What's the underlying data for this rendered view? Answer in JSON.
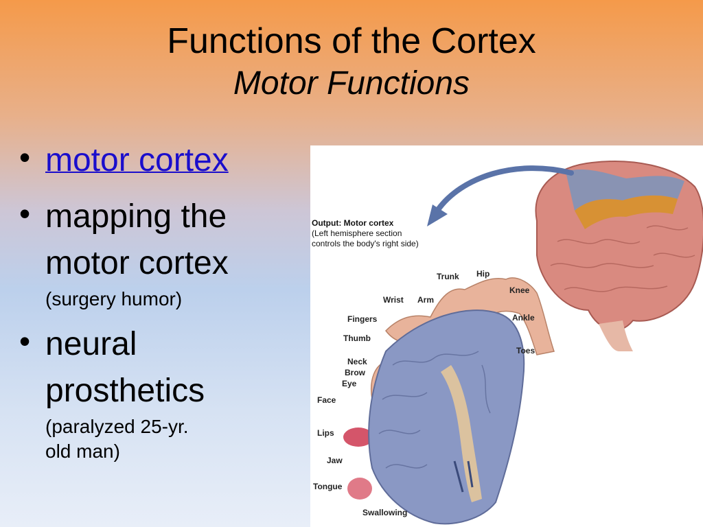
{
  "slide": {
    "title": "Functions of the Cortex",
    "subtitle": "Motor Functions"
  },
  "bullets": [
    {
      "text": "motor cortex",
      "link": true
    },
    {
      "text": "mapping the motor cortex",
      "line1": "mapping the",
      "line2": "motor cortex",
      "note": "(surgery humor)"
    },
    {
      "text": "neural prosthetics",
      "line1": "neural",
      "line2": "prosthetics",
      "note1": "(paralyzed 25-yr.",
      "note2": "old man)"
    }
  ],
  "figure": {
    "output_title": "Output: Motor cortex",
    "output_line1": "(Left hemisphere section",
    "output_line2": "controls the body's right side)",
    "labels": [
      "Trunk",
      "Hip",
      "Knee",
      "Wrist",
      "Arm",
      "Ankle",
      "Fingers",
      "Thumb",
      "Toes",
      "Neck",
      "Brow",
      "Eye",
      "Face",
      "Lips",
      "Jaw",
      "Tongue",
      "Swallowing"
    ]
  },
  "colors": {
    "link": "#1a0dcc",
    "brain": "#d98a80",
    "motor_strip": "#7f93b8",
    "sensory_strip": "#d7912f",
    "cortex_section": "#8a98c4"
  },
  "icons": [
    "bullet-dot",
    "curved-arrow-icon"
  ]
}
